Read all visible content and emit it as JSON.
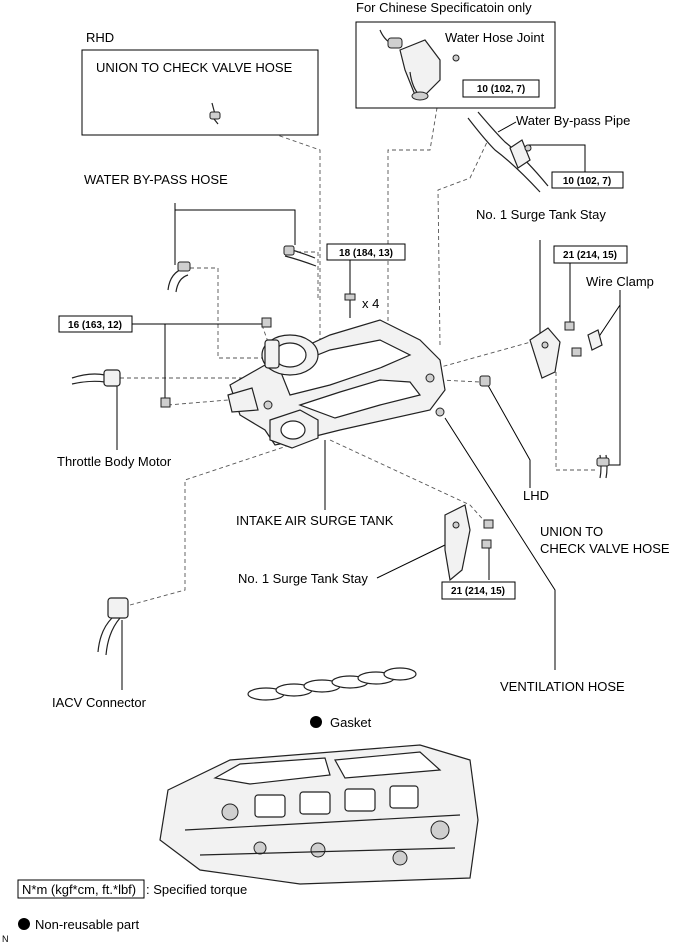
{
  "labels": {
    "rhd": "RHD",
    "chinese_only": "For Chinese Specificatoin only",
    "union_check_valve_hose_rhd": "UNION TO CHECK VALVE HOSE",
    "water_hose_joint": "Water Hose Joint",
    "water_bypass_pipe": "Water By-pass Pipe",
    "water_bypass_hose": "WATER BY-PASS HOSE",
    "no1_surge_tank_stay_upper": "No. 1 Surge Tank Stay",
    "wire_clamp": "Wire Clamp",
    "bolt_qty": "x 4",
    "throttle_body_motor": "Throttle Body Motor",
    "intake_air_surge_tank": "INTAKE AIR SURGE TANK",
    "lhd": "LHD",
    "union_check_valve_line1": "UNION TO",
    "union_check_valve_line2": "CHECK VALVE HOSE",
    "no1_surge_tank_stay_lower": "No. 1 Surge Tank Stay",
    "iacv_connector": "IACV Connector",
    "ventilation_hose": "VENTILATION HOSE",
    "gasket": "Gasket"
  },
  "torques": {
    "water_hose_joint": "10 (102, 7)",
    "water_bypass_pipe": "10 (102, 7)",
    "surge_tank_bolts": "18 (184, 13)",
    "throttle_body": "16 (163, 12)",
    "stay_upper": "21 (214, 15)",
    "stay_lower": "21 (214, 15)"
  },
  "legend": {
    "torque_box": "N*m (kgf*cm, ft.*lbf)",
    "torque_desc": ": Specified torque",
    "nonreusable": "Non-reusable part"
  },
  "corner_mark": "N",
  "colors": {
    "line": "#000000",
    "dashed": "#555555",
    "part_fill": "#f2f2f2"
  }
}
